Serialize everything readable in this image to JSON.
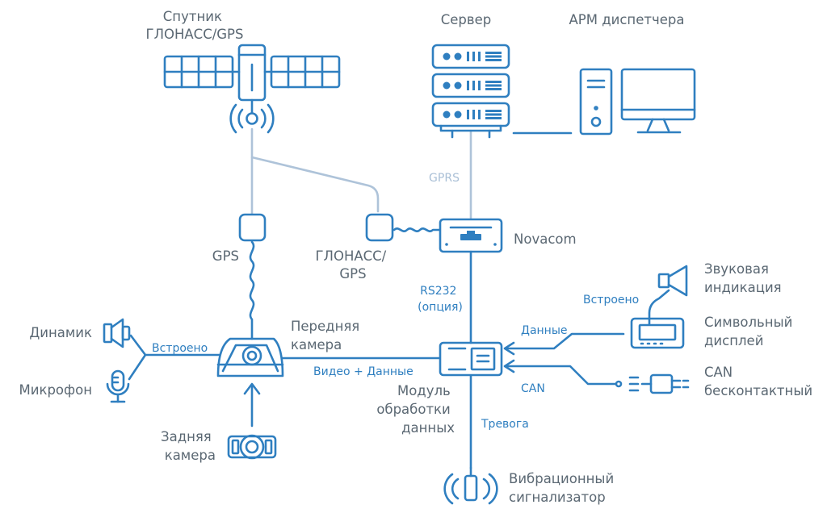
{
  "colors": {
    "primary": "#2f7fc0",
    "secondary": "#aec3d9",
    "label": "#5b6873"
  },
  "nodes": {
    "satellite": [
      "Спутник",
      "ГЛОНАСС/GPS"
    ],
    "server": [
      "Сервер"
    ],
    "workstation": [
      "АРМ диспетчера"
    ],
    "novacom": [
      "Novacom"
    ],
    "gps_antenna": [
      "GPS"
    ],
    "glonass_antenna": [
      "ГЛОНАСС/",
      "GPS"
    ],
    "speaker": [
      "Динамик"
    ],
    "microphone": [
      "Микрофон"
    ],
    "front_camera": [
      "Передняя",
      "камера"
    ],
    "rear_camera": [
      "Задняя",
      "камера"
    ],
    "module": [
      "Модуль",
      "обработки",
      "данных"
    ],
    "sound": [
      "Звуковая",
      "индикация"
    ],
    "display": [
      "Символьный",
      "дисплей"
    ],
    "can_reader": [
      "CAN",
      "бесконтактный"
    ],
    "vibration": [
      "Вибрационный",
      "сигнализатор"
    ]
  },
  "links": {
    "gprs": [
      "GPRS"
    ],
    "rs232": [
      "RS232",
      "(опция)"
    ],
    "builtin_left": [
      "Встроено"
    ],
    "builtin_right": [
      "Встроено"
    ],
    "video_data": [
      "Видео + Данные"
    ],
    "data": [
      "Данные"
    ],
    "can": [
      "CAN"
    ],
    "alarm": [
      "Тревога"
    ]
  }
}
